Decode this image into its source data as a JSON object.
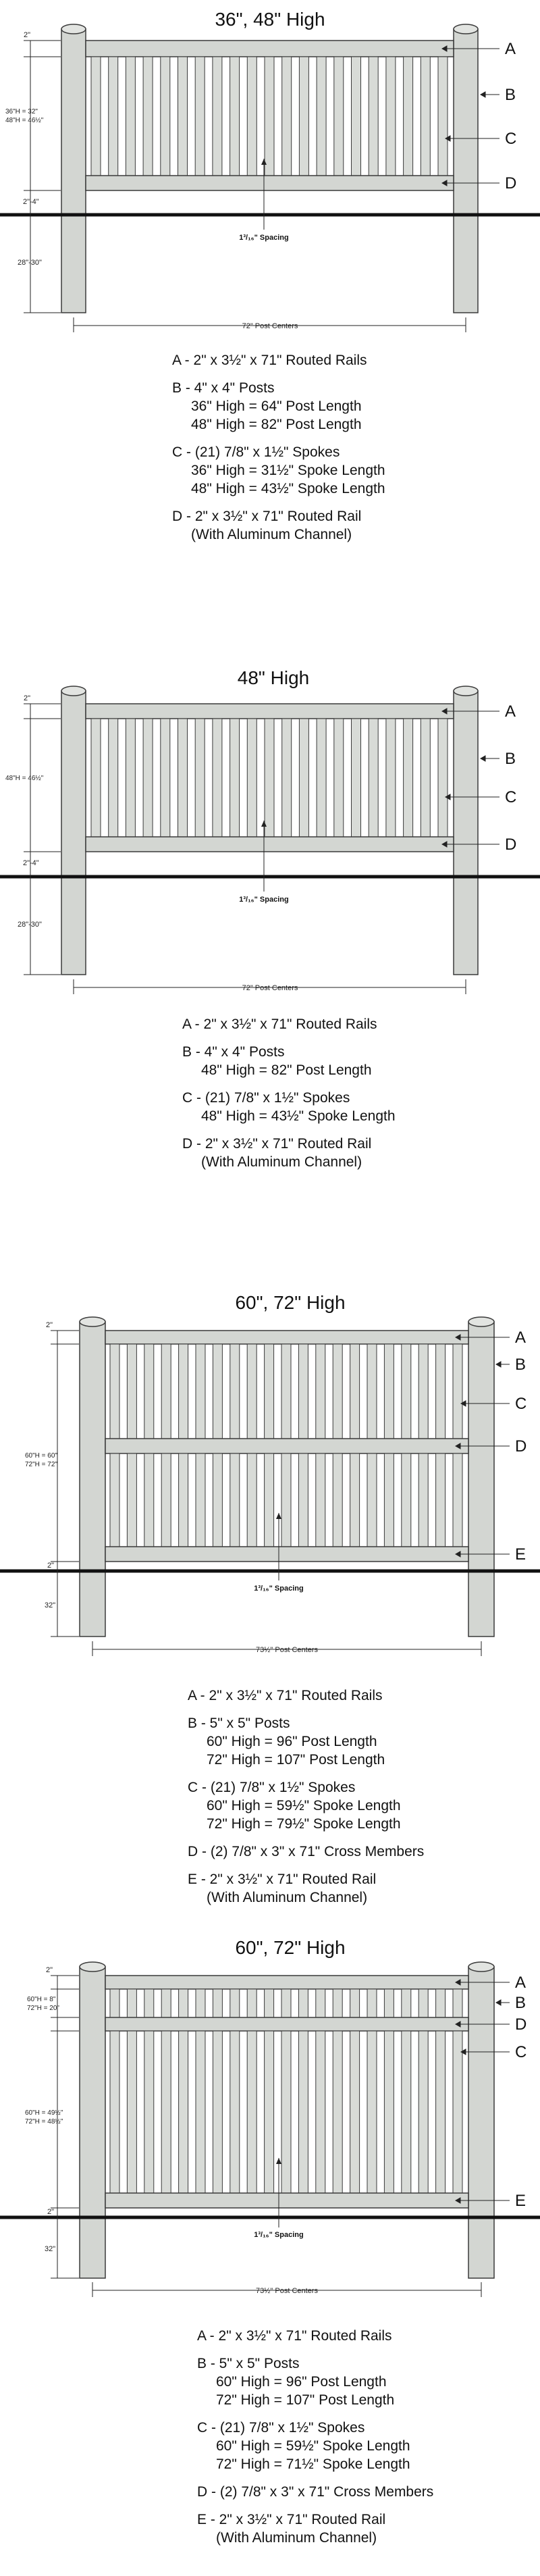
{
  "panels": [
    {
      "title": "36\", 48\" High",
      "labels": [
        "A",
        "B",
        "C",
        "D"
      ],
      "dims": {
        "top": "2\"",
        "height_line1": "36\"H = 32\"",
        "height_line2": "48\"H = 46½\"",
        "ground_gap": "2\"-4\"",
        "below": "28\"-30\"",
        "post_centers": "72\" Post Centers",
        "spacing": "1³/₁₆\" Spacing"
      },
      "legend": [
        {
          "main": "A - 2\" x 3½\" x 71\" Routed Rails",
          "sub": []
        },
        {
          "main": "B - 4\" x 4\" Posts",
          "sub": [
            "36\" High = 64\" Post Length",
            "48\" High = 82\" Post Length"
          ]
        },
        {
          "main": "C - (21) 7/8\" x 1½\" Spokes",
          "sub": [
            "36\" High = 31½\" Spoke Length",
            "48\" High = 43½\" Spoke Length"
          ]
        },
        {
          "main": "D - 2\" x 3½\" x 71\" Routed Rail",
          "sub": [
            "(With Aluminum Channel)"
          ]
        }
      ]
    },
    {
      "title": "48\" High",
      "labels": [
        "A",
        "B",
        "C",
        "D"
      ],
      "dims": {
        "top": "2\"",
        "height_line1": "48\"H = 46½\"",
        "ground_gap": "2\"-4\"",
        "below": "28\"-30\"",
        "post_centers": "72\" Post Centers",
        "spacing": "1³/₁₆\" Spacing"
      },
      "legend": [
        {
          "main": "A - 2\" x 3½\" x 71\" Routed Rails",
          "sub": []
        },
        {
          "main": "B - 4\" x 4\" Posts",
          "sub": [
            "48\" High = 82\" Post Length"
          ]
        },
        {
          "main": "C - (21) 7/8\" x 1½\" Spokes",
          "sub": [
            "48\" High = 43½\" Spoke Length"
          ]
        },
        {
          "main": "D - 2\" x 3½\" x 71\" Routed Rail",
          "sub": [
            "(With Aluminum Channel)"
          ]
        }
      ]
    },
    {
      "title": "60\", 72\" High",
      "labels": [
        "A",
        "B",
        "C",
        "D",
        "E"
      ],
      "dims": {
        "top": "2\"",
        "height_line1": "60\"H = 60\"",
        "height_line2": "72\"H = 72\"",
        "ground_gap": "2\"",
        "below": "32\"",
        "post_centers": "73½\" Post Centers",
        "spacing": "1³/₁₆\" Spacing"
      },
      "legend": [
        {
          "main": "A - 2\" x 3½\" x 71\" Routed Rails",
          "sub": []
        },
        {
          "main": "B - 5\" x 5\" Posts",
          "sub": [
            "60\" High = 96\" Post Length",
            "72\" High = 107\" Post Length"
          ]
        },
        {
          "main": "C - (21) 7/8\" x 1½\" Spokes",
          "sub": [
            "60\" High = 59½\" Spoke Length",
            "72\" High = 79½\" Spoke Length"
          ]
        },
        {
          "main": "D - (2) 7/8\" x 3\" x 71\" Cross Members",
          "sub": []
        },
        {
          "main": "E - 2\" x 3½\" x 71\" Routed Rail",
          "sub": [
            "(With Aluminum Channel)"
          ]
        }
      ]
    },
    {
      "title": "60\", 72\" High",
      "labels": [
        "A",
        "B",
        "D",
        "C",
        "E"
      ],
      "dims": {
        "top": "2\"",
        "upper_line1": "60\"H = 8\"",
        "upper_line2": "72\"H = 20\"",
        "height_line1": "60\"H = 49½\"",
        "height_line2": "72\"H = 48½\"",
        "ground_gap": "2\"",
        "below": "32\"",
        "post_centers": "73½\" Post Centers",
        "spacing": "1³/₁₆\" Spacing"
      },
      "legend": [
        {
          "main": "A - 2\" x 3½\" x 71\" Routed Rails",
          "sub": []
        },
        {
          "main": "B - 5\" x 5\" Posts",
          "sub": [
            "60\" High = 96\" Post Length",
            "72\" High = 107\" Post Length"
          ]
        },
        {
          "main": "C - (21) 7/8\" x 1½\" Spokes",
          "sub": [
            "60\" High = 59½\" Spoke Length",
            "72\" High = 71½\" Spoke Length"
          ]
        },
        {
          "main": "D - (2) 7/8\" x 3\" x 71\" Cross Members",
          "sub": []
        },
        {
          "main": "E - 2\" x 3½\" x 71\" Routed Rail",
          "sub": [
            "(With Aluminum Channel)"
          ]
        }
      ]
    }
  ],
  "colors": {
    "wood": "#d3d6d2",
    "wood_edge": "#3a3a3a",
    "ground": "#111111"
  }
}
